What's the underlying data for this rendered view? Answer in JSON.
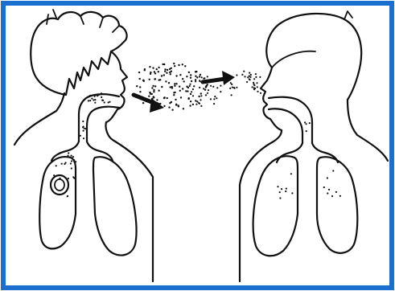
{
  "diagram": {
    "frame_color": "#1a6fd1",
    "ink_color": "#111111",
    "background": "#ffffff",
    "figures": [
      {
        "name": "infected-person",
        "facing": "right",
        "icons": [
          "lungs-icon",
          "lesion-icon",
          "airway-icon"
        ]
      },
      {
        "name": "receiving-person",
        "facing": "left",
        "icons": [
          "lungs-icon",
          "airway-icon"
        ]
      }
    ],
    "arrows": [
      {
        "name": "exhale-arrow",
        "direction": "down-right"
      },
      {
        "name": "transmission-arrow",
        "direction": "right"
      }
    ]
  }
}
